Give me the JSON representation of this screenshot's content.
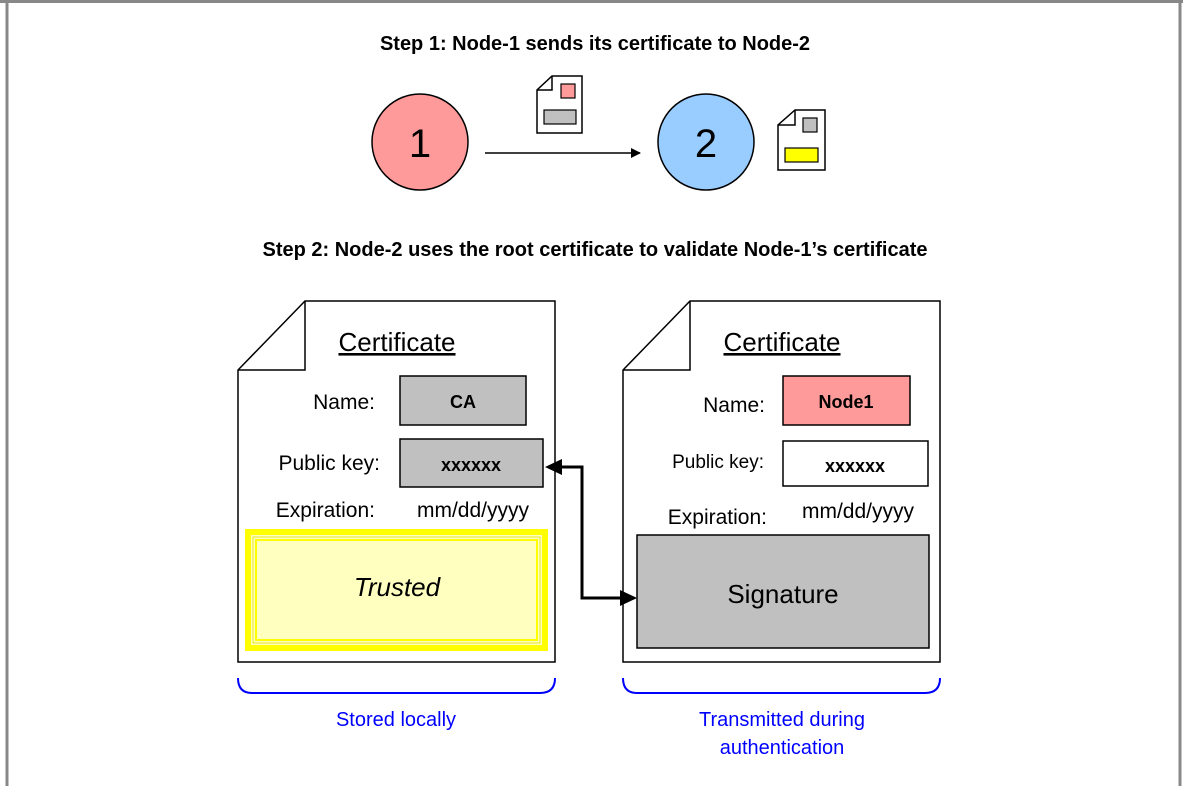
{
  "step1": {
    "title": "Step 1: Node-1 sends its certificate to Node-2",
    "node1_label": "1",
    "node2_label": "2"
  },
  "step2": {
    "title": "Step 2: Node-2 uses the root certificate to validate Node-1’s certificate"
  },
  "ca_cert": {
    "heading": "Certificate",
    "name_label": "Name:",
    "name_value": "CA",
    "key_label": "Public key:",
    "key_value": "xxxxxx",
    "exp_label": "Expiration:",
    "exp_value": "mm/dd/yyyy",
    "trust_label": "Trusted",
    "caption": "Stored locally"
  },
  "node_cert": {
    "heading": "Certificate",
    "name_label": "Name:",
    "name_value": "Node1",
    "key_label": "Public key:",
    "key_value": "xxxxxx",
    "exp_label": "Expiration:",
    "exp_value": "mm/dd/yyyy",
    "signature_label": "Signature",
    "caption_line1": "Transmitted during",
    "caption_line2": "authentication"
  },
  "colors": {
    "node1_fill": "#ff9a9a",
    "node2_fill": "#99ccff",
    "gray_fill": "#c0c0c0",
    "trusted_fill": "#ffffc0",
    "trusted_border": "#ffff00",
    "caption_blue": "#0000ff"
  }
}
